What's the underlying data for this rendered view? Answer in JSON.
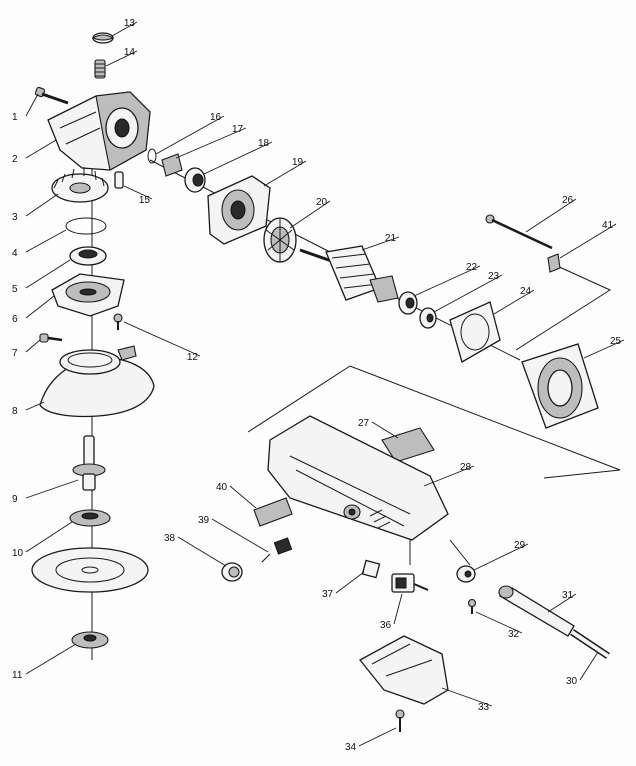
{
  "parts": [
    {
      "no": "1"
    },
    {
      "no": "2"
    },
    {
      "no": "3"
    },
    {
      "no": "4"
    },
    {
      "no": "5"
    },
    {
      "no": "6"
    },
    {
      "no": "7"
    },
    {
      "no": "8"
    },
    {
      "no": "9"
    },
    {
      "no": "10"
    },
    {
      "no": "11"
    },
    {
      "no": "12"
    },
    {
      "no": "13"
    },
    {
      "no": "14"
    },
    {
      "no": "15"
    },
    {
      "no": "16"
    },
    {
      "no": "17"
    },
    {
      "no": "18"
    },
    {
      "no": "19"
    },
    {
      "no": "20"
    },
    {
      "no": "21"
    },
    {
      "no": "22"
    },
    {
      "no": "23"
    },
    {
      "no": "24"
    },
    {
      "no": "25"
    },
    {
      "no": "26"
    },
    {
      "no": "27"
    },
    {
      "no": "28"
    },
    {
      "no": "29"
    },
    {
      "no": "30"
    },
    {
      "no": "31"
    },
    {
      "no": "32"
    },
    {
      "no": "33"
    },
    {
      "no": "34"
    },
    {
      "no": "36"
    },
    {
      "no": "37"
    },
    {
      "no": "38"
    },
    {
      "no": "39"
    },
    {
      "no": "40"
    },
    {
      "no": "41"
    }
  ]
}
